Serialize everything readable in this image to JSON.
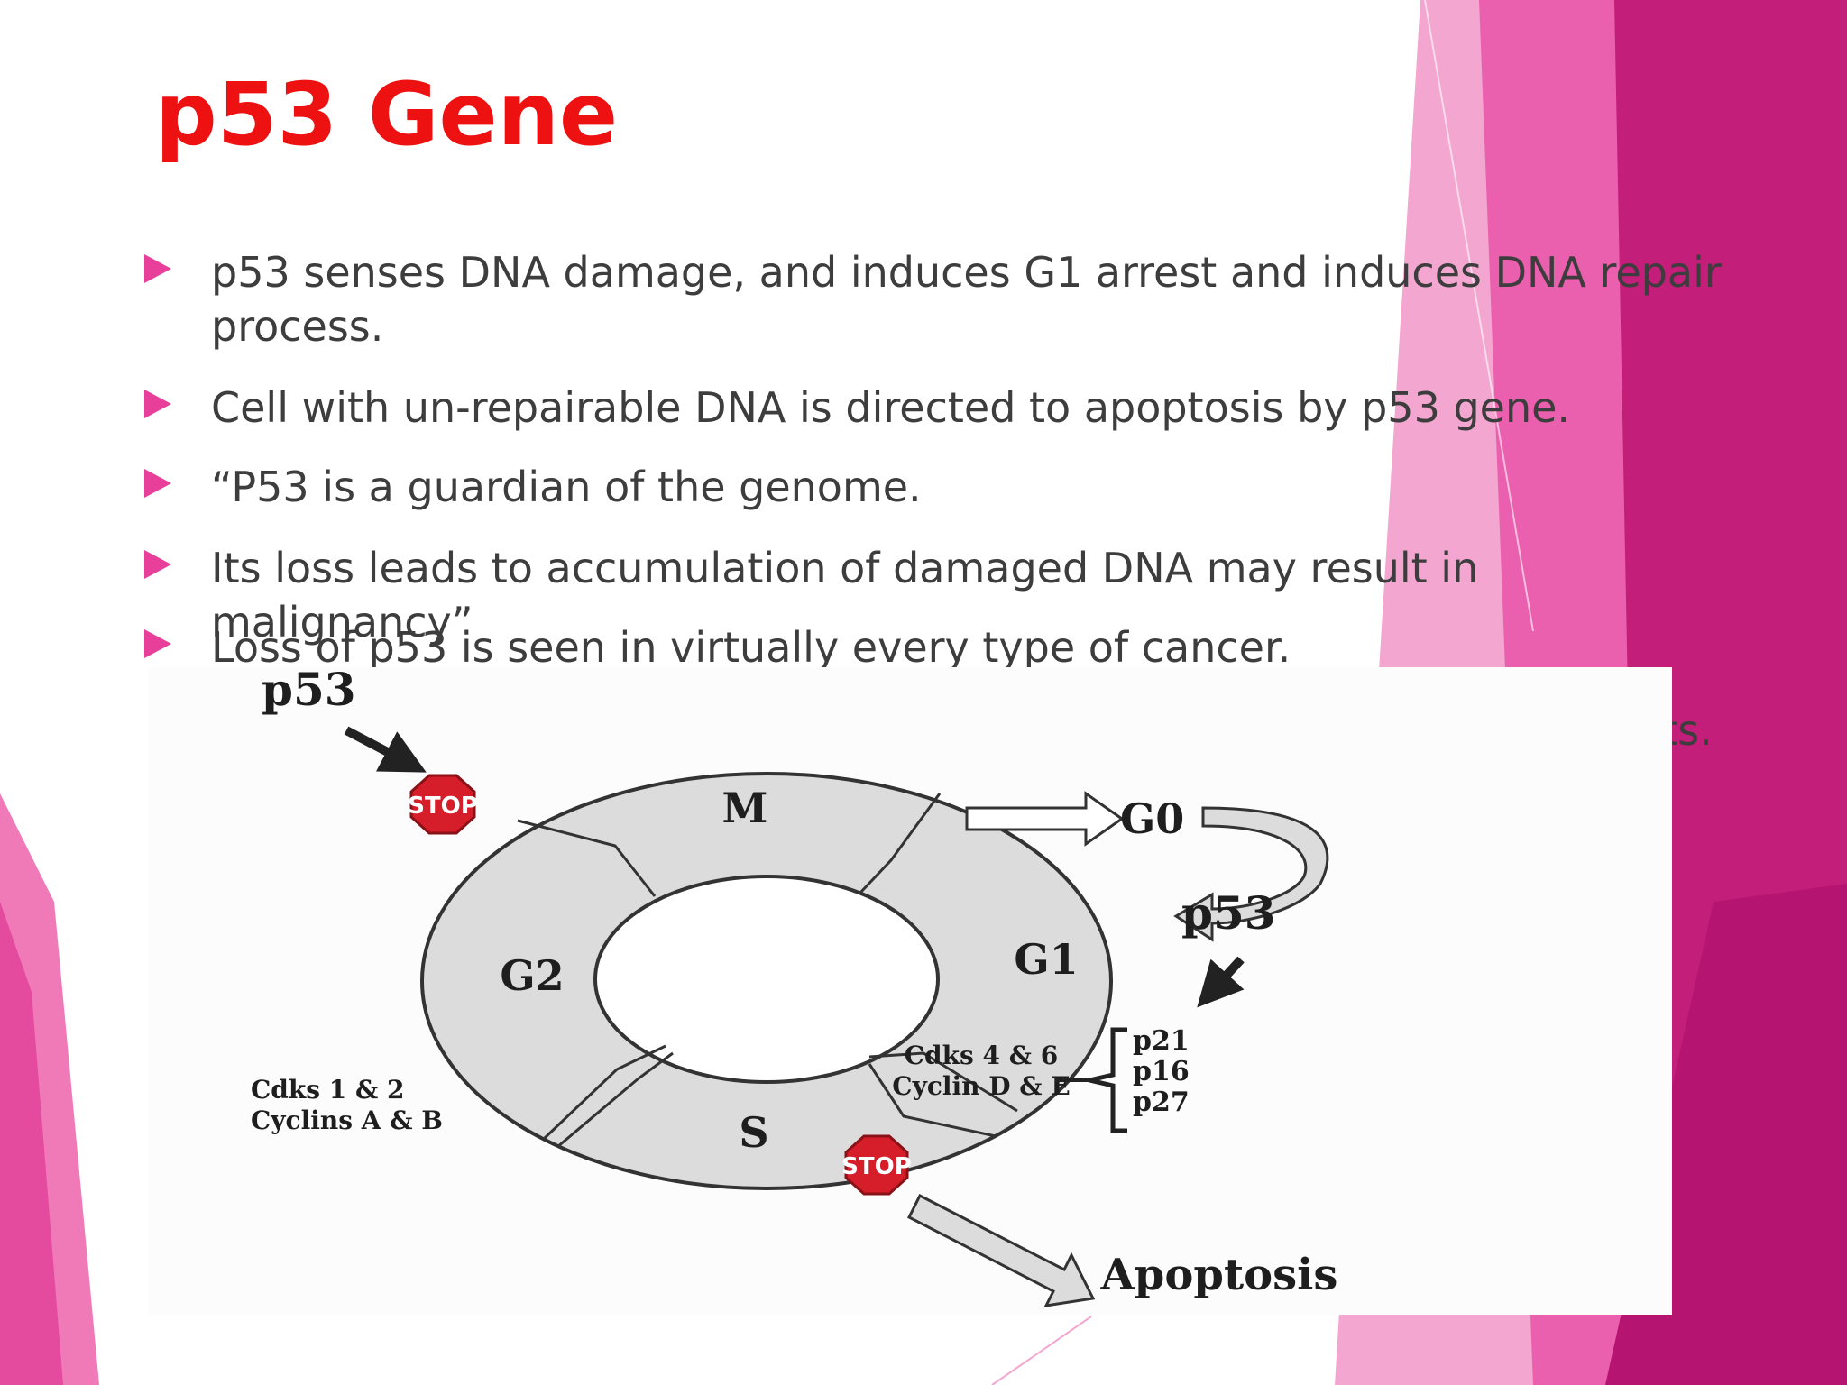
{
  "slide": {
    "title": "p53 Gene",
    "accent_color": "#ee1111",
    "bullet_color": "#e8409a",
    "bullets": [
      "p53 senses DNA damage, and induces G1 arrest and induces DNA repair process.",
      "Cell with un-repairable DNA is directed to apoptosis by p53 gene.",
      "“P53 is a guardian of the genome.",
      "Its loss leads to accumulation of damaged DNA may result in malignancy”",
      "Loss of p53 is seen in virtually every type of cancer."
    ],
    "hidden_line_fragment": "ests."
  },
  "diagram": {
    "phases": {
      "m": "M",
      "g1": "G1",
      "g2": "G2",
      "s": "S",
      "g0": "G0"
    },
    "p53_top": "p53",
    "p53_right": "p53",
    "stop_sign": "STOP",
    "apoptosis": "Apoptosis",
    "cdks_left_line1": "Cdks 1 & 2",
    "cdks_left_line2": "Cyclins A & B",
    "cdks_right_line1": "Cdks 4 & 6",
    "cdks_right_line2": "Cyclin D & E",
    "inhibitors": [
      "p21",
      "p16",
      "p27"
    ]
  }
}
